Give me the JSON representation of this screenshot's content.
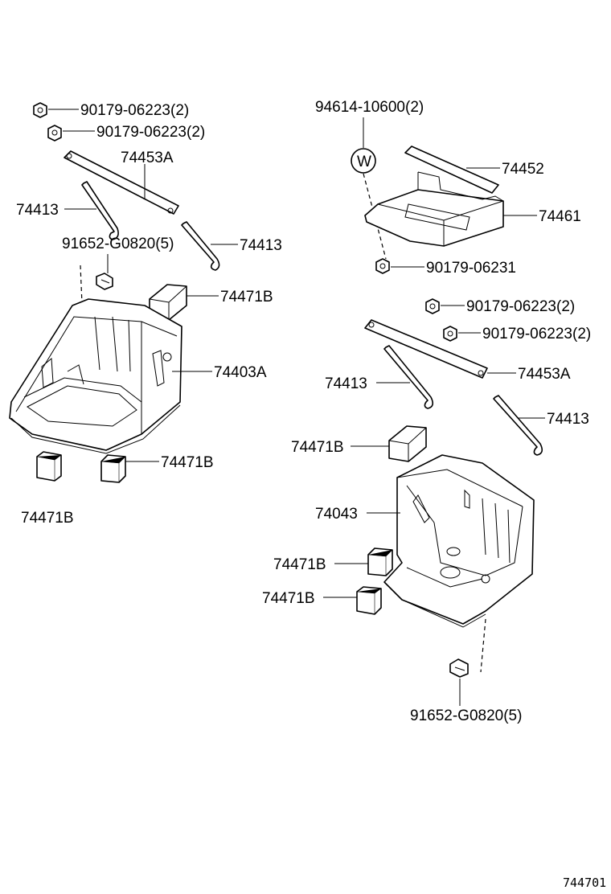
{
  "diagram_id": "744701",
  "labels": {
    "nut_a_l": "90179-06223(2)",
    "nut_b_l": "90179-06223(2)",
    "clamp_l": "74453A",
    "rod_a_l": "74413",
    "rod_b_l": "74413",
    "bolt_l": "91652-G0820(5)",
    "pad_top_l": "74471B",
    "tray_l": "74403A",
    "pad_r_l": "74471B",
    "pad_bot_l": "74471B",
    "clip_r": "94614-10600(2)",
    "w_mark": "W",
    "plate_r": "74452",
    "cover_r": "74461",
    "nut_cover_r": "90179-06231",
    "nut_a_r": "90179-06223(2)",
    "nut_b_r": "90179-06223(2)",
    "clamp_r": "74453A",
    "rod_a_r": "74413",
    "rod_b_r": "74413",
    "pad_top_r": "74471B",
    "tray_r": "74043",
    "pad_mid_r": "74471B",
    "pad_bot_r": "74471B",
    "bolt_r": "91652-G0820(5)"
  }
}
